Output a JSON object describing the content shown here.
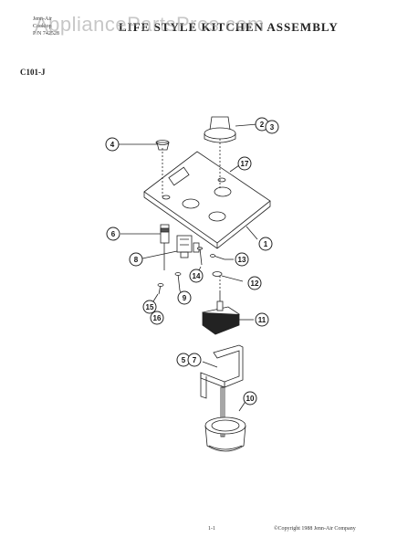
{
  "header": {
    "line1": "Jenn-Air",
    "line2": "Cooktop",
    "part_no": "P/N 742528",
    "title": "LIFE STYLE KITCHEN ASSEMBLY"
  },
  "watermark": "AppliancePartsPros.com",
  "model": "C101-J",
  "callouts": [
    "4",
    "2",
    "3",
    "17",
    "6",
    "1",
    "8",
    "13",
    "14",
    "12",
    "9",
    "15",
    "16",
    "11",
    "5",
    "7",
    "10"
  ],
  "footer": {
    "page": "1-1",
    "copyright": "©Copyright 1988 Jenn-Air Company"
  }
}
